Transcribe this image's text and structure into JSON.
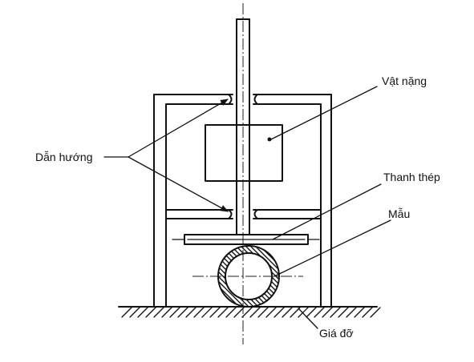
{
  "labels": {
    "weight": "Vật nặng",
    "guides": "Dẫn hướng",
    "steel_bar": "Thanh thép",
    "sample": "Mẫu",
    "support": "Giá đỡ"
  }
}
